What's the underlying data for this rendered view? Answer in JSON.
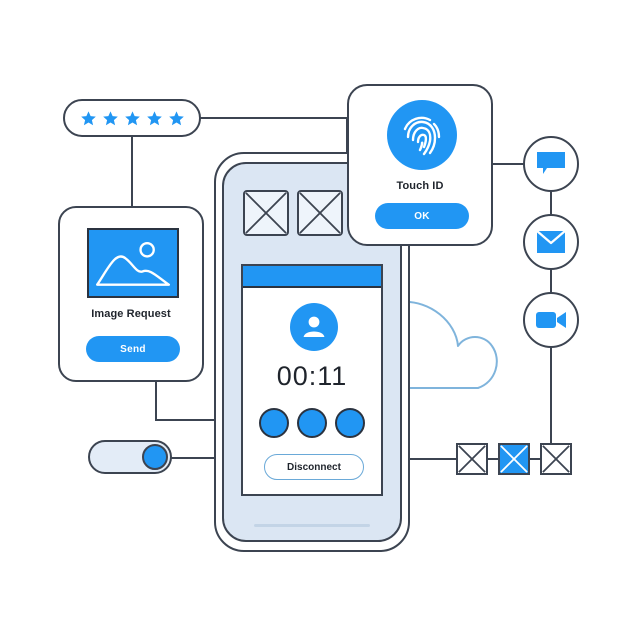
{
  "illustration": {
    "title": "Remote connection UI illustration",
    "background_color": "#ffffff",
    "accent_color": "#2196f3",
    "line_color": "#3c4451",
    "phone_body_color": "#dbe6f3"
  },
  "rating": {
    "name": "star-rating",
    "stars_filled": 5,
    "star_color": "#2196f3"
  },
  "image_request_card": {
    "title": "Image Request",
    "thumbnail_icon": "image-placeholder-icon",
    "button_label": "Send"
  },
  "touch_id_card": {
    "title": "Touch ID",
    "icon": "fingerprint-icon",
    "button_label": "OK"
  },
  "phone": {
    "screen": {
      "header_color": "#2196f3",
      "avatar_icon": "user-avatar-icon",
      "timer": "00:11",
      "dots_count": 3,
      "disconnect_label": "Disconnect"
    },
    "placeholders": [
      {
        "name": "image-placeholder-1",
        "glyph": "x-cross"
      },
      {
        "name": "image-placeholder-2",
        "glyph": "x-cross"
      }
    ]
  },
  "side_icons": [
    {
      "name": "chat-icon",
      "label": "Chat"
    },
    {
      "name": "mail-icon",
      "label": "Mail"
    },
    {
      "name": "video-icon",
      "label": "Video call"
    }
  ],
  "bottom_placeholders": [
    {
      "name": "placeholder-box-1",
      "glyph": "x-cross",
      "filled": false
    },
    {
      "name": "placeholder-box-2",
      "glyph": "x-cross",
      "filled": true
    },
    {
      "name": "placeholder-box-3",
      "glyph": "x-cross",
      "filled": false
    }
  ],
  "toggle": {
    "name": "settings-toggle",
    "state": "on"
  },
  "cloud": {
    "name": "cloud-shape",
    "stroke_color": "#7fb4dc"
  }
}
